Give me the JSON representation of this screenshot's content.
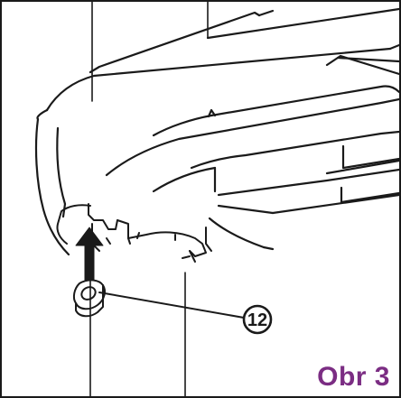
{
  "figure": {
    "label": "Obr 3",
    "label_color": "#7b2d83"
  },
  "callouts": [
    {
      "number": "12",
      "icon": "washer-part"
    }
  ],
  "icons": {
    "arrow": "up-arrow-icon",
    "part": "washer-icon"
  }
}
